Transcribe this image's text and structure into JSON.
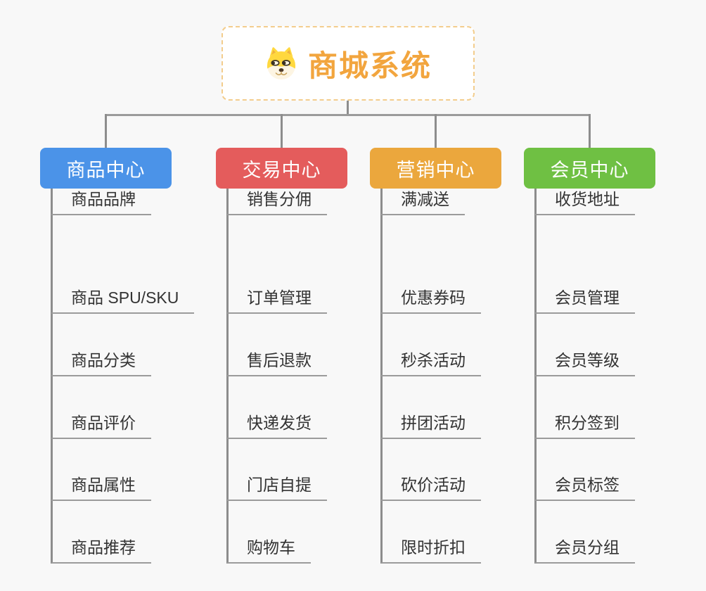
{
  "page": {
    "background_color": "#f8f8f8",
    "connector_color": "#8d8d8d"
  },
  "root": {
    "title": "商城系统",
    "icon": "dog-face-icon",
    "title_color": "#f2a53e",
    "border_color": "#f3cd8d"
  },
  "branches": [
    {
      "label": "商品中心",
      "color": "#4b93e8",
      "items": [
        "商品 SPU/SKU",
        "商品分类",
        "商品评价",
        "商品属性",
        "商品推荐",
        "商品品牌"
      ]
    },
    {
      "label": "交易中心",
      "color": "#e45c5c",
      "items": [
        "订单管理",
        "售后退款",
        "快递发货",
        "门店自提",
        "购物车",
        "销售分佣"
      ]
    },
    {
      "label": "营销中心",
      "color": "#eba73d",
      "items": [
        "优惠券码",
        "秒杀活动",
        "拼团活动",
        "砍价活动",
        "限时折扣",
        "满减送"
      ]
    },
    {
      "label": "会员中心",
      "color": "#6fc043",
      "items": [
        "会员管理",
        "会员等级",
        "积分签到",
        "会员标签",
        "会员分组",
        "收货地址"
      ]
    }
  ]
}
